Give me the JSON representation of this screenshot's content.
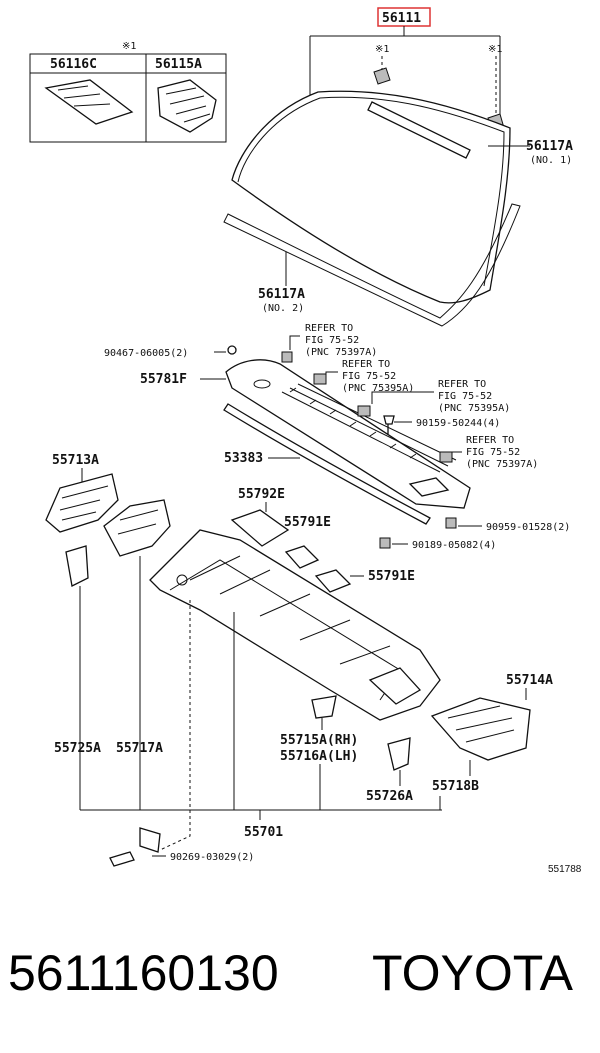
{
  "highlight_part": "56111",
  "inset": {
    "note": "※1",
    "left_label": "56116C",
    "right_label": "56115A"
  },
  "notes": {
    "n1": "※1",
    "n2": "※1"
  },
  "labels": {
    "p56117A_no1": "56117A",
    "p56117A_no1_sub": "(NO. 1)",
    "p56117A_no2": "56117A",
    "p56117A_no2_sub": "(NO. 2)",
    "p90467": "90467-06005(2)",
    "p55781F": "55781F",
    "ref1_a": "REFER TO",
    "ref1_b": "FIG 75-52",
    "ref1_c": "(PNC 75397A)",
    "ref2_a": "REFER TO",
    "ref2_b": "FIG 75-52",
    "ref2_c": "(PNC 75395A)",
    "ref3_a": "REFER TO",
    "ref3_b": "FIG 75-52",
    "ref3_c": "(PNC 75395A)",
    "ref4_a": "REFER TO",
    "ref4_b": "FIG 75-52",
    "ref4_c": "(PNC 75397A)",
    "p90159": "90159-50244(4)",
    "p53383": "53383",
    "p55713A": "55713A",
    "p55792E": "55792E",
    "p55791E_a": "55791E",
    "p55791E_b": "55791E",
    "p90959": "90959-01528(2)",
    "p90189": "90189-05082(4)",
    "p55714A": "55714A",
    "p55725A": "55725A",
    "p55717A": "55717A",
    "p55715A": "55715A(RH)",
    "p55716A": "55716A(LH)",
    "p55718B": "55718B",
    "p55726A": "55726A",
    "p55701": "55701",
    "p90269": "90269-03029(2)",
    "fig_code": "551788"
  },
  "footer": {
    "part_number": "5611160130",
    "brand": "TOYOTA"
  }
}
